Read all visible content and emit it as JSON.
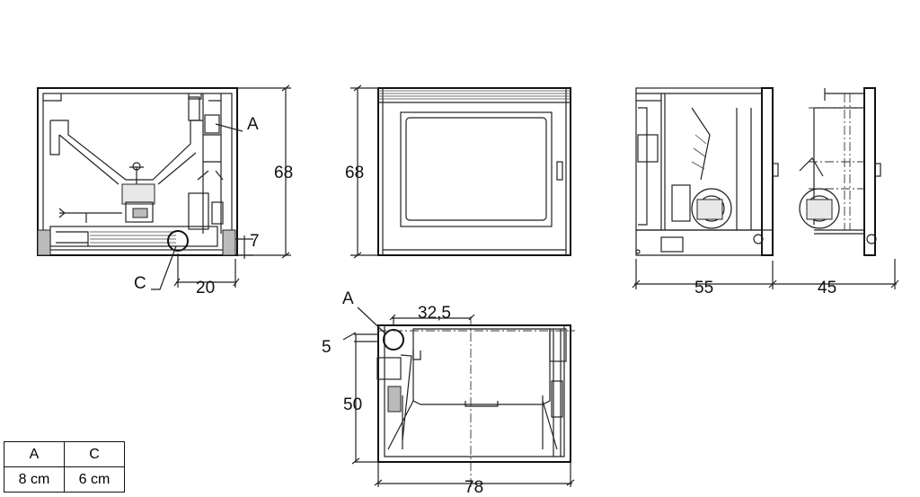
{
  "front_view": {
    "label_a": "A",
    "label_c": "C",
    "dim_height": "68",
    "dim_offset": "7",
    "dim_width": "20"
  },
  "door_view": {
    "dim_height": "68"
  },
  "side_views": {
    "dim_depth_left": "55",
    "dim_depth_right": "45"
  },
  "top_view": {
    "label_a": "A",
    "dim_offset_a": "32,5",
    "dim_offset_small": "5",
    "dim_depth": "50",
    "dim_width": "78"
  },
  "legend": {
    "headers": [
      "A",
      "C"
    ],
    "values": [
      "8 cm",
      "6 cm"
    ]
  }
}
